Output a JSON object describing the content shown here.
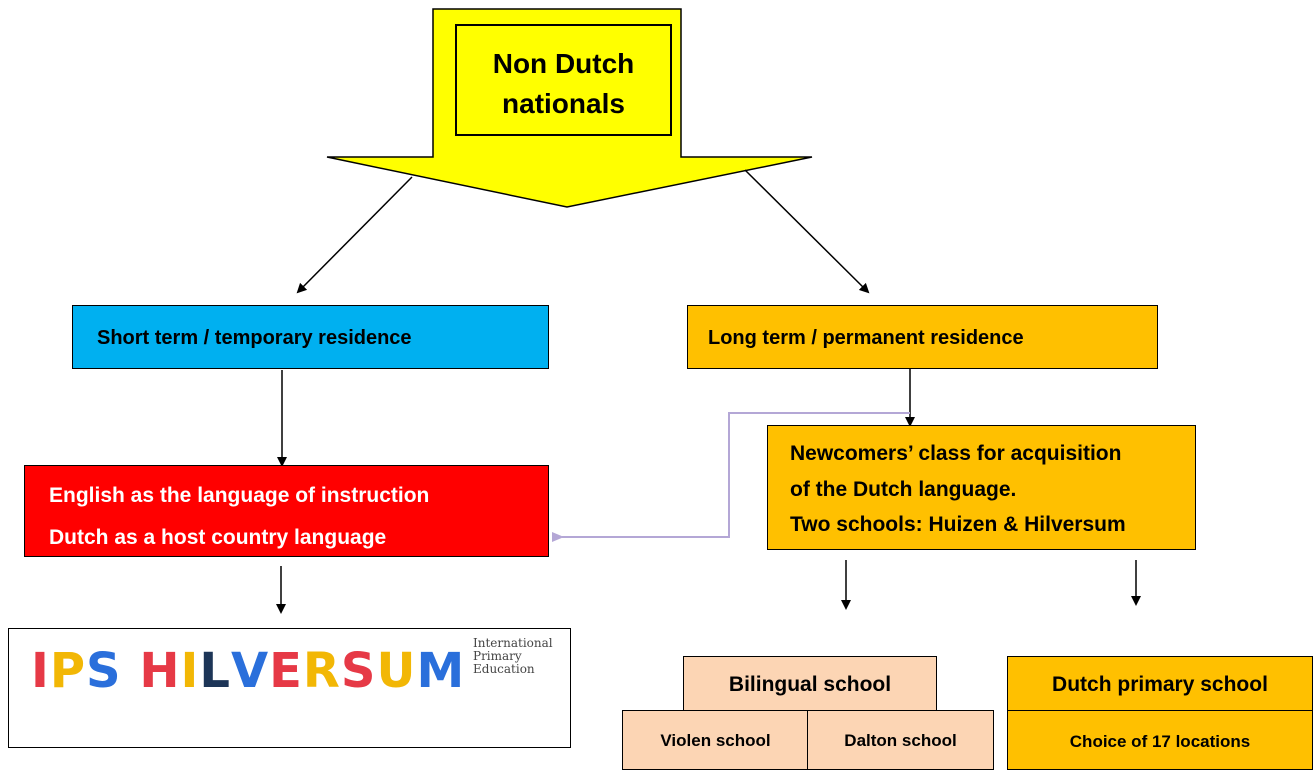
{
  "title": {
    "line1": "Non Dutch",
    "line2": "nationals",
    "color": "#ffff00"
  },
  "short_term": {
    "label": "Short term  / temporary residence",
    "color": "#00b0f0"
  },
  "long_term": {
    "label": "Long term /  permanent residence",
    "color": "#ffc000"
  },
  "english_box": {
    "line1": "English as the language of instruction",
    "line2": "Dutch as a host country language",
    "color": "#ff0000"
  },
  "newcomers_box": {
    "line1": "Newcomers’ class for acquisition",
    "line2": "of the Dutch language.",
    "line3": "Two schools: Huizen & Hilversum"
  },
  "ips_logo": {
    "letters": [
      "I",
      "P",
      "S",
      " ",
      "H",
      "I",
      "L",
      "V",
      "E",
      "R",
      "S",
      "U",
      "M"
    ],
    "letter_colors": [
      "#e63946",
      "#f2b705",
      "#2a6fdb",
      "#ffffff",
      "#e63946",
      "#f2b705",
      "#1d3557",
      "#2a6fdb",
      "#e63946",
      "#f2b705",
      "#e63946",
      "#f2b705",
      "#2a6fdb"
    ],
    "subtitle": "International\nPrimary\nEducation"
  },
  "bilingual": {
    "label": "Bilingual school",
    "color": "#fcd5b4"
  },
  "violen": {
    "label": "Violen school"
  },
  "dalton": {
    "label": "Dalton school"
  },
  "dutch_primary": {
    "label": "Dutch primary school",
    "color": "#ffc000"
  },
  "locations": {
    "label": "Choice of 17 locations"
  }
}
